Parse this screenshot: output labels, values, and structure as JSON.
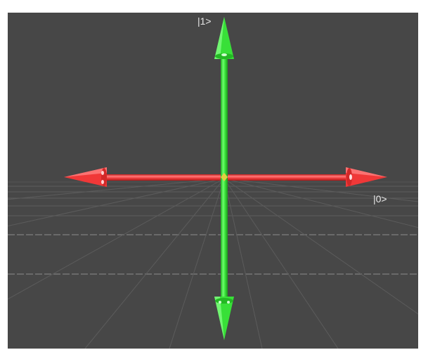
{
  "viewport": {
    "background_color": "#474747",
    "grid_color": "#5e5e5e"
  },
  "axes": {
    "vertical": {
      "label": "|1>",
      "color": "#3ee53e",
      "arrowheads": "both-ends"
    },
    "horizontal": {
      "label": "|0>",
      "color": "#f03c3c",
      "arrowheads": "both-ends"
    }
  }
}
